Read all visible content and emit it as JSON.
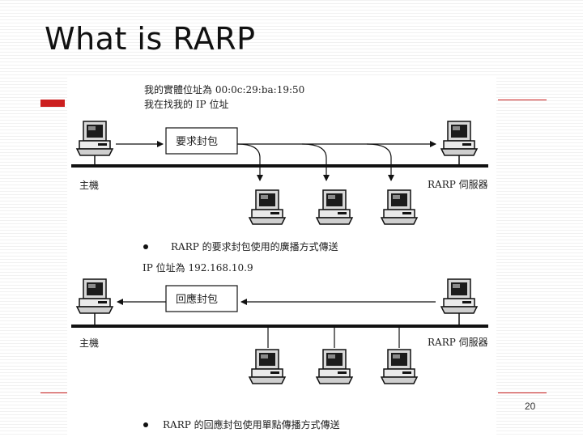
{
  "slide": {
    "title": "What is RARP",
    "page_number": "20"
  },
  "diagram": {
    "top_line1": "我的實體位址為 00:0c:29:ba:19:50",
    "top_line2": "我在找我的 IP 位址",
    "request_packet": "要求封包",
    "host_label_1": "主機",
    "server_label_1": "RARP 伺服器",
    "bullet1": "RARP 的要求封包使用的廣播方式傳送",
    "ip_line": "IP 位址為 192.168.10.9",
    "reply_packet": "回應封包",
    "host_label_2": "主機",
    "server_label_2": "RARP 伺服器",
    "bullet2": "RARP 的回應封包使用單點傳播方式傳送"
  }
}
